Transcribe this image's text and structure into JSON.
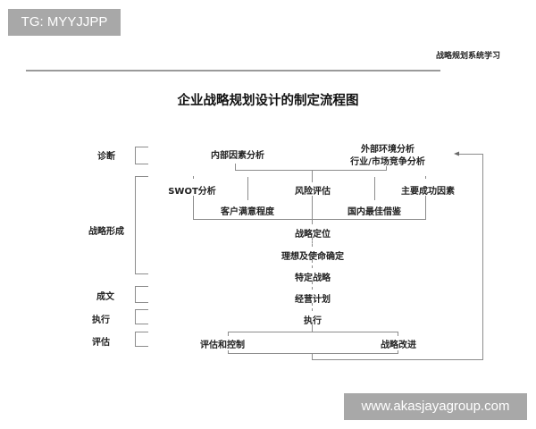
{
  "watermarks": {
    "top": "TG: MYYJJPP",
    "bottom": "www.akasjayagroup.com"
  },
  "header": {
    "series_title": "战略规划系统学习"
  },
  "diagram": {
    "title": "企业战略规划设计的制定流程图",
    "stages": [
      {
        "label": "诊断"
      },
      {
        "label": "战略形成"
      },
      {
        "label": "成文"
      },
      {
        "label": "执行"
      },
      {
        "label": "评估"
      }
    ],
    "nodes": {
      "internal_analysis": "内部因素分析",
      "external_analysis_line1": "外部环境分析",
      "external_analysis_line2": "行业/市场竞争分析",
      "swot": "SWOT分析",
      "risk": "风险评估",
      "key_success": "主要成功因素",
      "customer_satisfaction": "客户满意程度",
      "domestic_benchmark": "国内最佳借鉴",
      "positioning": "战略定位",
      "mission": "理想及使命确定",
      "specific_strategy": "特定战略",
      "business_plan": "经营计划",
      "execution": "执行",
      "evaluation_control": "评估和控制",
      "improvement": "战略改进"
    },
    "colors": {
      "line": "#8c8c8c",
      "text": "#222222",
      "watermark_bg": "#a8a8a8"
    }
  }
}
